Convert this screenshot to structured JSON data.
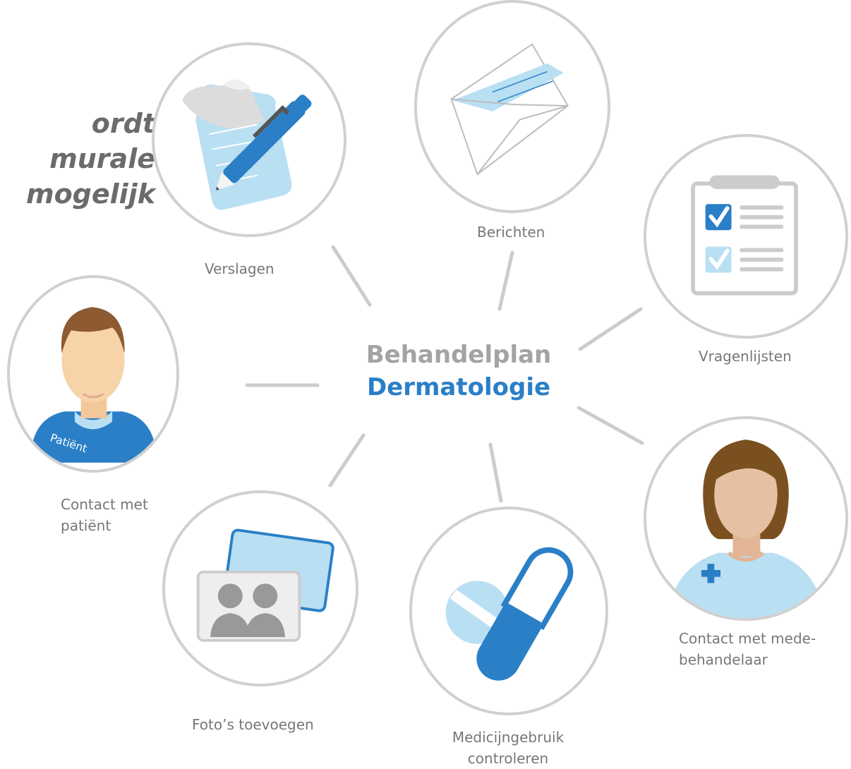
{
  "headline": {
    "line1": "ordt",
    "line2": "murale",
    "line3": "mogelijk"
  },
  "hub": {
    "line1": "Behandelplan",
    "line2": "Dermatologie"
  },
  "nodes": {
    "verslagen": {
      "label": "Verslagen",
      "icon": "document-pen-icon"
    },
    "berichten": {
      "label": "Berichten",
      "icon": "envelope-icon"
    },
    "vragenlijsten": {
      "label": "Vragenlijsten",
      "icon": "clipboard-checklist-icon"
    },
    "contact_patient": {
      "label_line1": "Contact met",
      "label_line2": "patiënt",
      "icon": "patient-avatar-icon",
      "shirt_text": "Patiënt"
    },
    "contact_mede": {
      "label_line1": "Contact met mede-",
      "label_line2": "behandelaar",
      "icon": "nurse-avatar-icon"
    },
    "foto": {
      "label": "Foto’s toevoegen",
      "icon": "photos-icon"
    },
    "medicijn": {
      "label_line1": "Medicijngebruik",
      "label_line2": "controleren",
      "icon": "pill-capsule-icon"
    }
  },
  "colors": {
    "accent_blue": "#2a7fc7",
    "light_blue": "#b9dff3",
    "circle_border": "#d0d0d0",
    "connector": "#cccccc",
    "hub_gray": "#a3a3a3",
    "label_gray": "#777777"
  }
}
